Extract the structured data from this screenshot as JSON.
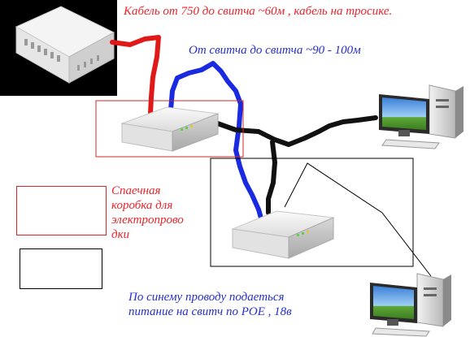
{
  "colors": {
    "red_text": "#e8242a",
    "blue_text": "#2430c8",
    "red_cable": "#e01818",
    "blue_cable": "#1a2ae0",
    "black_cable": "#111111",
    "red_box": "#cc2a2a",
    "black_box": "#000000"
  },
  "annotations": {
    "red_cable_note": "Кабель от 750 до свитча ~60м , кабель на тросике.",
    "blue_cable_note": "От свитча до свитча ~90 - 100м",
    "junction_box_note": "Спаечная\nкоробка для\nэлектропрово\nдки",
    "poe_note": "По синему проводу подаеться\nпитание на свитч по POE , 18в"
  },
  "devices": [
    {
      "name": "mikrotik-router",
      "icon": "router-white-box-icon"
    },
    {
      "name": "switch-1",
      "icon": "network-switch-icon"
    },
    {
      "name": "switch-2",
      "icon": "network-switch-icon"
    },
    {
      "name": "desktop-pc-1",
      "icon": "desktop-computer-icon"
    },
    {
      "name": "desktop-pc-2",
      "icon": "desktop-computer-icon"
    }
  ]
}
